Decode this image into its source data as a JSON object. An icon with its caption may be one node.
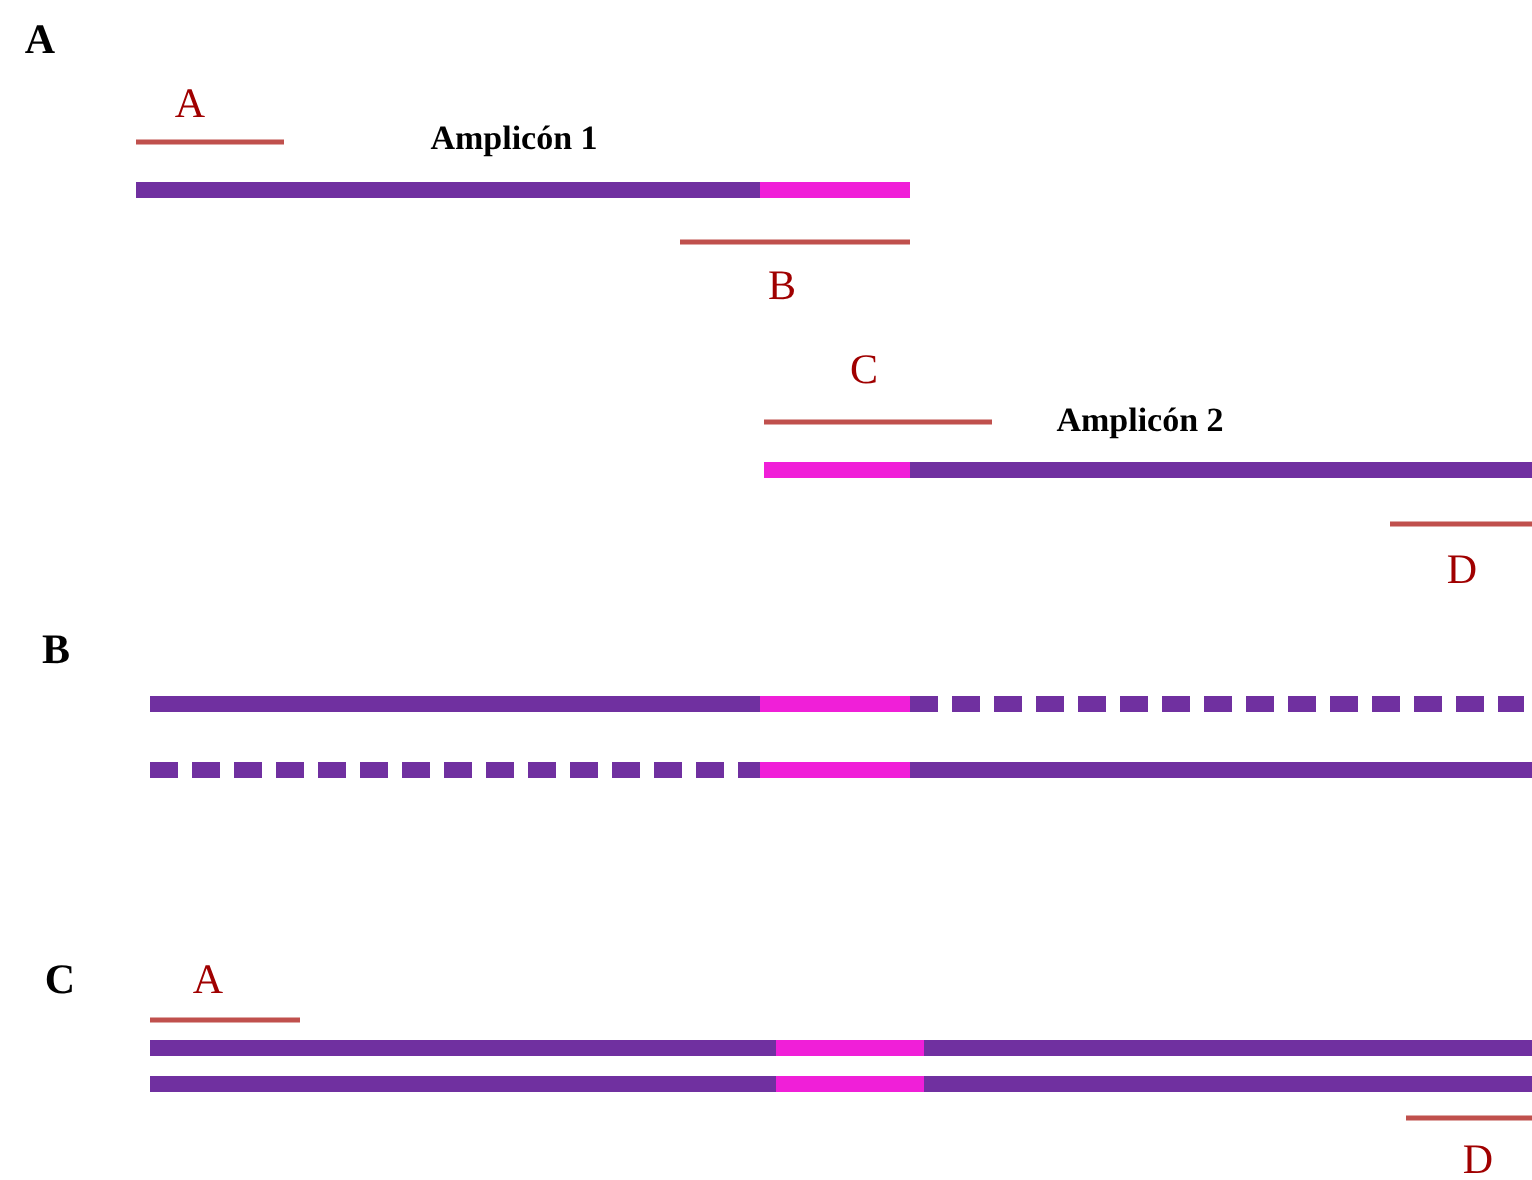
{
  "diagram": {
    "labels": [
      "A",
      "A",
      "Amplicón 1",
      "B",
      "C",
      "Amplicón 2",
      "D",
      "B",
      "C",
      "A",
      "D"
    ]
  }
}
